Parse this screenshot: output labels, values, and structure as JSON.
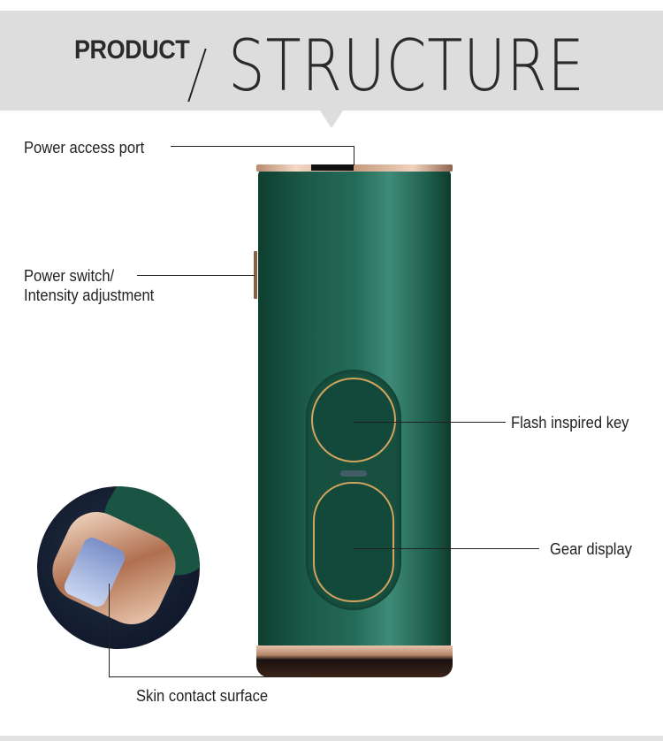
{
  "header": {
    "title_small": "PRODUCT",
    "title_large": "STRUCTURE"
  },
  "labels": {
    "power_access_port": "Power access port",
    "power_switch_line1": "Power switch/",
    "power_switch_line2": "Intensity adjustment",
    "flash_key": "Flash inspired key",
    "gear_display": "Gear display",
    "skin_contact": "Skin contact surface"
  },
  "colors": {
    "device_green": "#1c5a48",
    "gold_trim": "#d3a45f",
    "band": "#dddddd"
  }
}
